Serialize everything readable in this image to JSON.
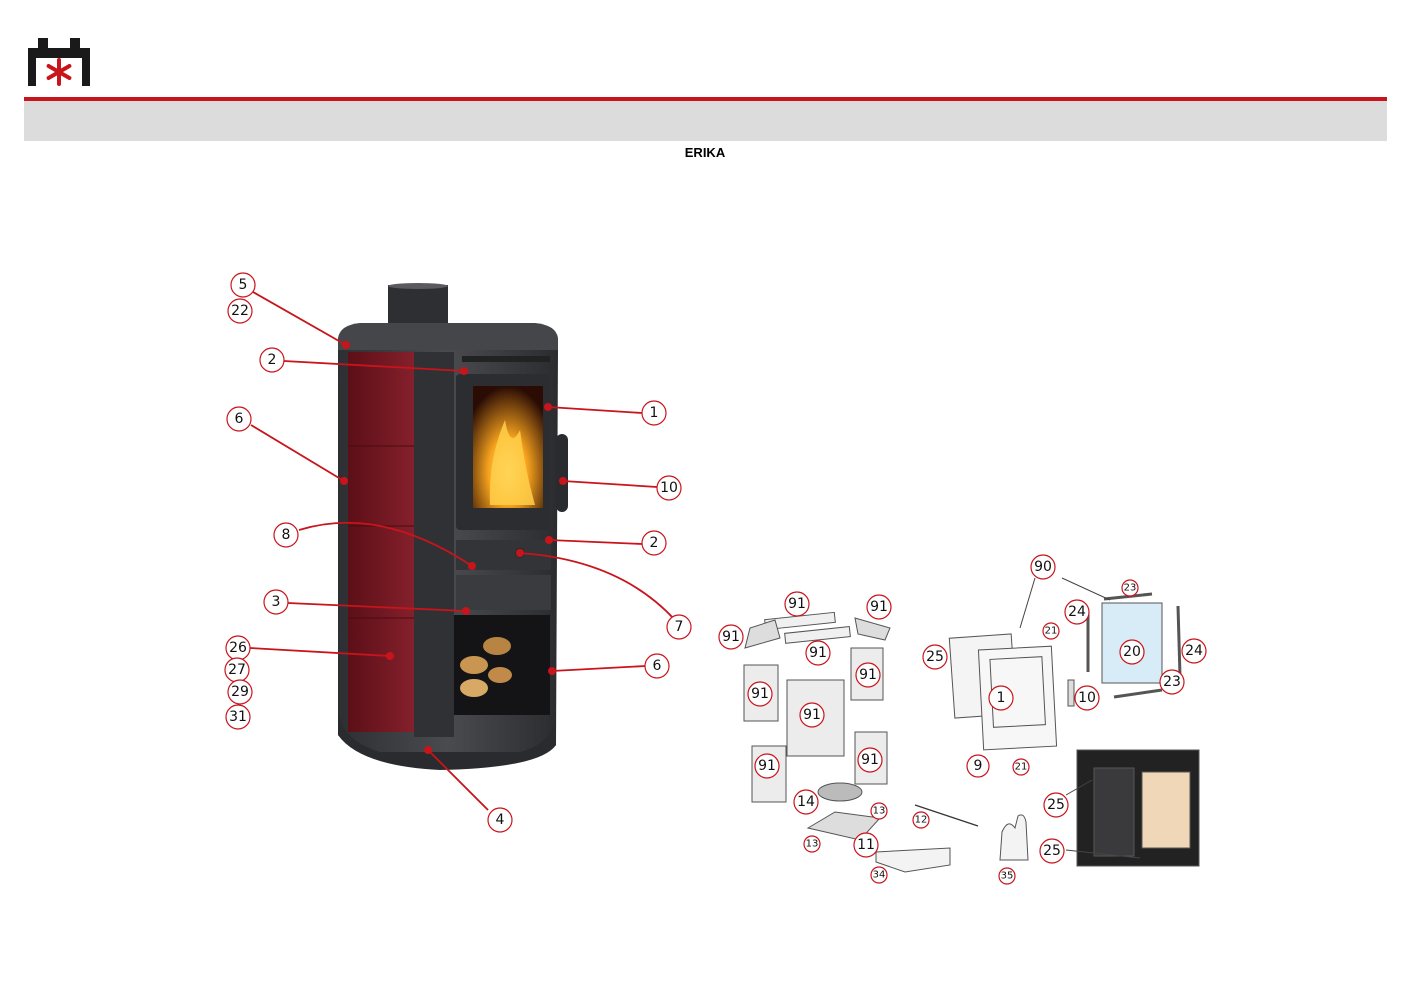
{
  "document": {
    "title": "ERIKA"
  },
  "colors": {
    "brand_red": "#c8141b",
    "header_band": "#dcdcdc",
    "tile_red": "#7a1420",
    "stove_body": "#3a3b3e"
  },
  "callouts_main": [
    {
      "n": "5"
    },
    {
      "n": "22"
    },
    {
      "n": "2"
    },
    {
      "n": "6"
    },
    {
      "n": "1"
    },
    {
      "n": "10"
    },
    {
      "n": "8"
    },
    {
      "n": "2"
    },
    {
      "n": "3"
    },
    {
      "n": "7"
    },
    {
      "n": "26"
    },
    {
      "n": "27"
    },
    {
      "n": "29"
    },
    {
      "n": "31"
    },
    {
      "n": "6"
    },
    {
      "n": "4"
    }
  ],
  "callouts_exploded": [
    {
      "n": "90"
    },
    {
      "n": "23"
    },
    {
      "n": "91"
    },
    {
      "n": "91"
    },
    {
      "n": "24"
    },
    {
      "n": "91"
    },
    {
      "n": "21"
    },
    {
      "n": "91"
    },
    {
      "n": "25"
    },
    {
      "n": "20"
    },
    {
      "n": "24"
    },
    {
      "n": "91"
    },
    {
      "n": "91"
    },
    {
      "n": "1"
    },
    {
      "n": "10"
    },
    {
      "n": "23"
    },
    {
      "n": "91"
    },
    {
      "n": "91"
    },
    {
      "n": "91"
    },
    {
      "n": "9"
    },
    {
      "n": "21"
    },
    {
      "n": "14"
    },
    {
      "n": "13"
    },
    {
      "n": "12"
    },
    {
      "n": "25"
    },
    {
      "n": "13"
    },
    {
      "n": "11"
    },
    {
      "n": "25"
    },
    {
      "n": "34"
    },
    {
      "n": "35"
    }
  ]
}
